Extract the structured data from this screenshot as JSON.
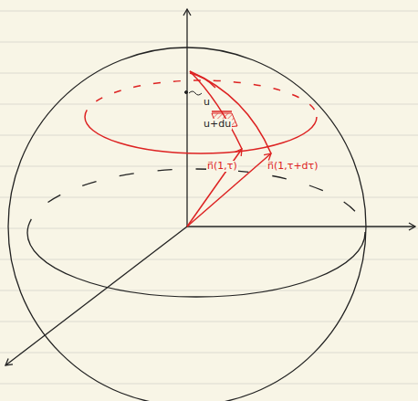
{
  "diagram": {
    "labels": [
      "u",
      "u+du",
      "n⃗(1,τ)",
      "n⃗(1,τ+dτ)"
    ]
  }
}
